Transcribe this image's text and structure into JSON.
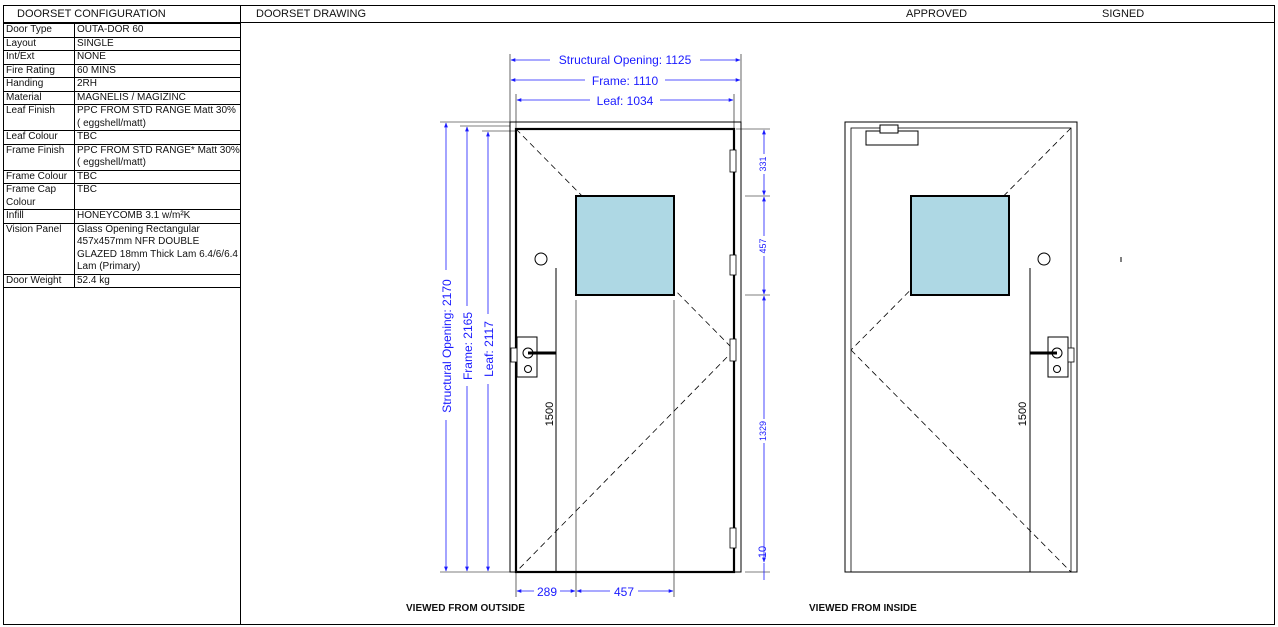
{
  "header": {
    "config_title": "DOORSET CONFIGURATION",
    "drawing_title": "DOORSET DRAWING",
    "approved": "APPROVED",
    "signed": "SIGNED"
  },
  "config_rows": [
    {
      "label": "Door Type",
      "value": "OUTA-DOR 60"
    },
    {
      "label": "Layout",
      "value": "SINGLE"
    },
    {
      "label": "Int/Ext",
      "value": "NONE"
    },
    {
      "label": "Fire Rating",
      "value": "60 MINS"
    },
    {
      "label": "Handing",
      "value": "2RH"
    },
    {
      "label": "Material",
      "value": "MAGNELIS / MAGIZINC"
    },
    {
      "label": "Leaf Finish",
      "value": "PPC FROM STD RANGE Matt 30% ( eggshell/matt)"
    },
    {
      "label": "Leaf Colour",
      "value": "TBC"
    },
    {
      "label": "Frame Finish",
      "value": "PPC FROM STD RANGE*  Matt 30% ( eggshell/matt)"
    },
    {
      "label": "Frame Colour",
      "value": "TBC"
    },
    {
      "label": "Frame Cap Colour",
      "value": "TBC"
    },
    {
      "label": "Infill",
      "value": "HONEYCOMB 3.1 w/m²K"
    },
    {
      "label": "Vision Panel",
      "value": "Glass Opening Rectangular 457x457mm NFR DOUBLE GLAZED 18mm Thick Lam 6.4/6/6.4 Lam (Primary)"
    },
    {
      "label": "Door Weight",
      "value": "52.4 kg"
    }
  ],
  "dimensions": {
    "structural_opening_width": "Structural Opening: 1125",
    "frame_width": "Frame: 1110",
    "leaf_width": "Leaf: 1034",
    "structural_opening_height": "Structural Opening: 2170",
    "frame_height": "Frame: 2165",
    "leaf_height": "Leaf: 2117",
    "top_to_glass": "331",
    "glass_height": "457",
    "glass_to_bottom": "1329",
    "bottom_gap": "10",
    "edge_to_glass": "289",
    "glass_width": "457",
    "handle_height_outside": "1500",
    "handle_height_inside": "1500"
  },
  "captions": {
    "outside": "VIEWED FROM OUTSIDE",
    "inside": "VIEWED FROM INSIDE"
  },
  "colors": {
    "dimension": "#1a1aff",
    "glass": "#aed8e4",
    "outline": "#000000"
  }
}
